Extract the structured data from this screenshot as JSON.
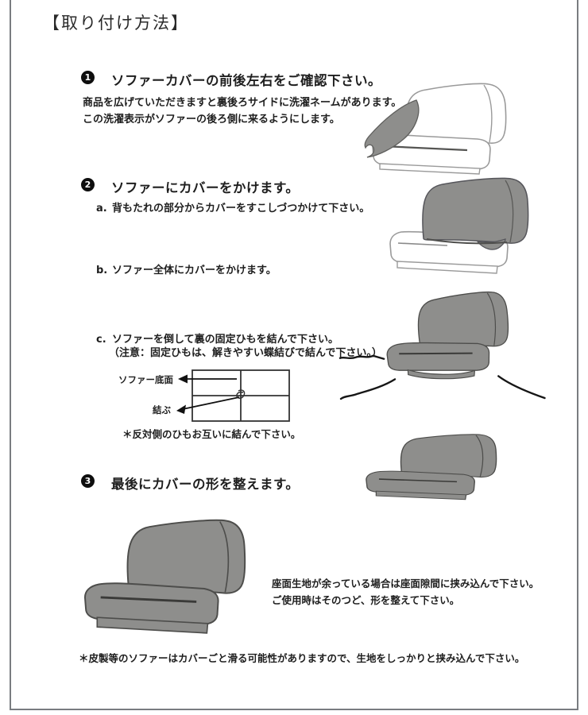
{
  "page": {
    "title": "【取り付け方法】"
  },
  "steps": [
    {
      "number": "1",
      "heading": "ソファーカバーの前後左右をご確認下さい。",
      "desc_line1": "商品を広げていただきますと裏後ろサイドに洗濯ネームがあります。",
      "desc_line2": "この洗濯表示がソファーの後ろ側に来るようにします。"
    },
    {
      "number": "2",
      "heading": "ソファーにカバーをかけます。",
      "sub_a_label": "a.",
      "sub_a_text": "背もたれの部分からカバーをすこしづつかけて下さい。",
      "sub_b_label": "b.",
      "sub_b_text": "ソファー全体にカバーをかけます。",
      "sub_c_label": "c.",
      "sub_c_text": "ソファーを倒して裏の固定ひもを結んで下さい。",
      "sub_c_note": "（注意：固定ひもは、解きやすい蝶結びで結んで下さい。）"
    },
    {
      "number": "3",
      "heading": "最後にカバーの形を整えます。"
    }
  ],
  "diagram": {
    "label_bottom": "ソファー底面",
    "label_tie": "結ぶ",
    "note": "＊反対側のひもお互いに結んで下さい。"
  },
  "notes": {
    "seat_line1": "座面生地が余っている場合は座面隙間に挟み込んで下さい。",
    "seat_line2": "ご使用時はそのつど、形を整えて下さい。",
    "bottom": "＊皮製等のソファーはカバーごと滑る可能性がありますので、生地をしっかりと挟み込んで下さい。"
  },
  "colors": {
    "sofa_gray": "#8e8e8c",
    "outline_dark": "#4d4d4b",
    "outline_light": "#9a9a9a",
    "frame_border": "#797c80",
    "text": "#1e1e1e"
  }
}
